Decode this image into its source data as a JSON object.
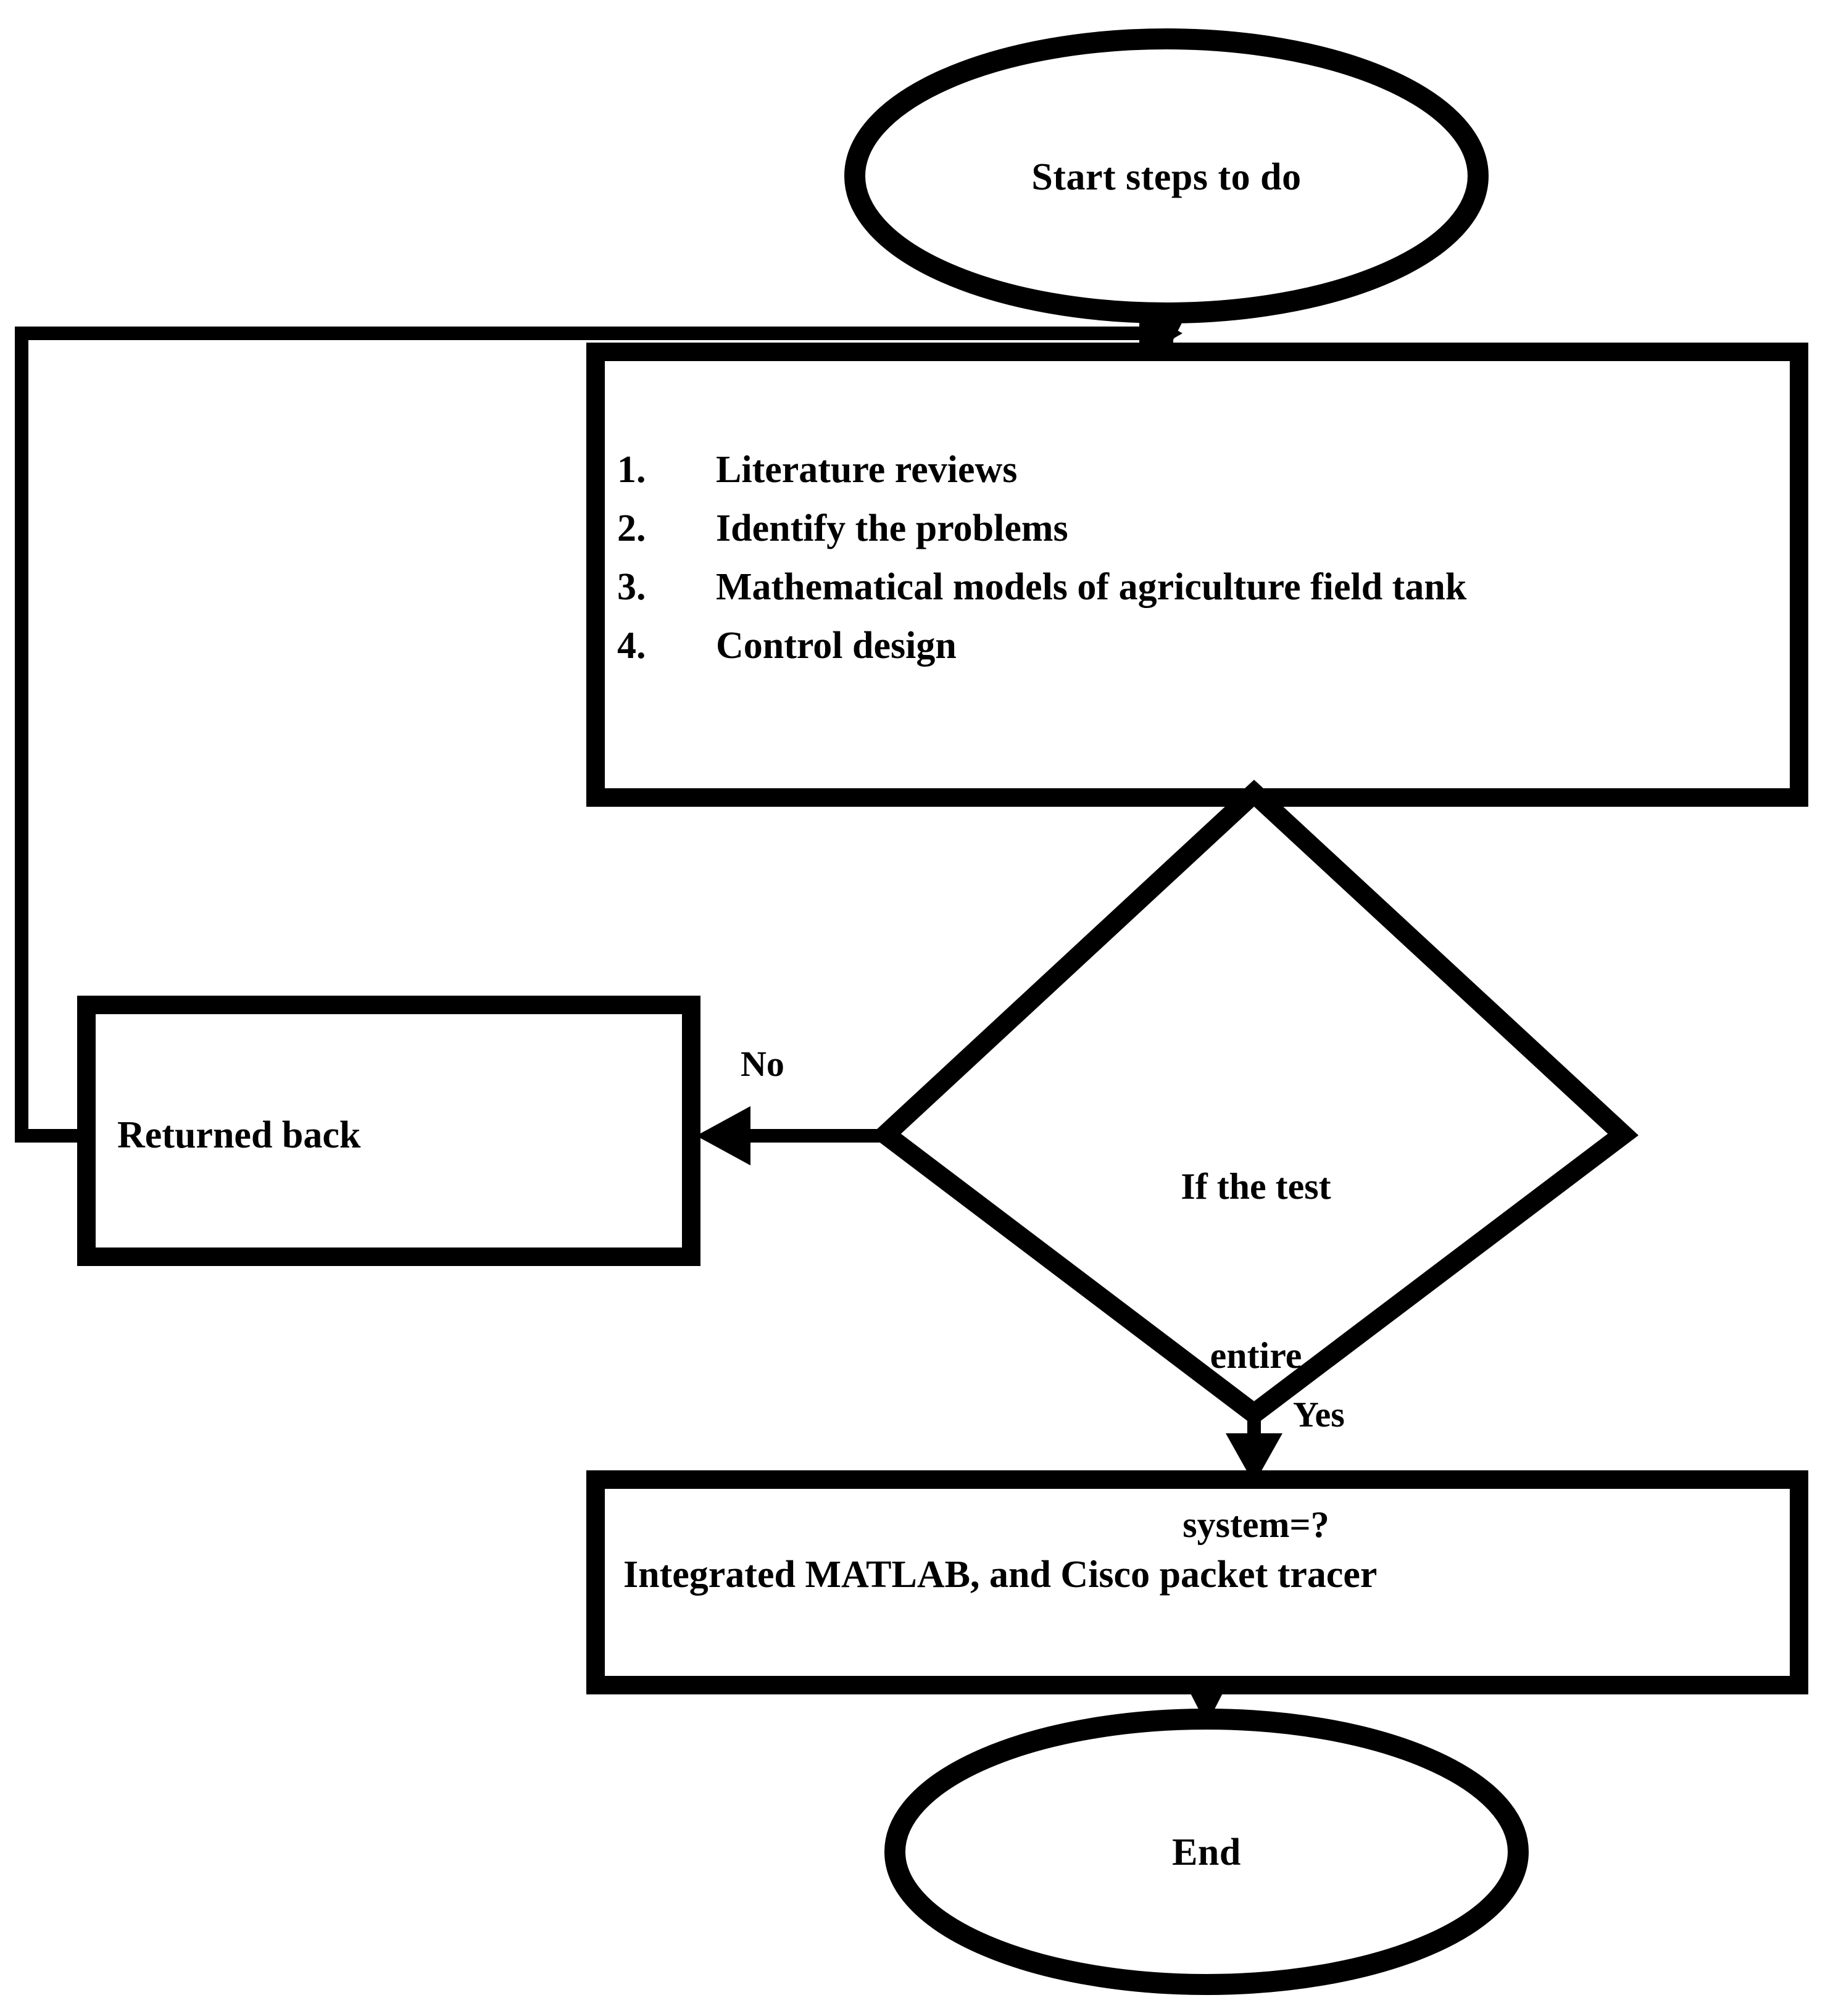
{
  "diagram": {
    "title": "Research methodology flowchart",
    "stroke_color": "#000000",
    "fill_color": "#ffffff",
    "background_color": "#ffffff"
  },
  "nodes": {
    "start": {
      "shape": "ellipse",
      "label": "Start steps to do"
    },
    "process_steps": {
      "shape": "rectangle",
      "items": [
        {
          "number": "1.",
          "text": "Literature reviews"
        },
        {
          "number": "2.",
          "text": "Identify the problems"
        },
        {
          "number": "3.",
          "text": "Mathematical models of agriculture field tank"
        },
        {
          "number": "4.",
          "text": "Control design"
        }
      ]
    },
    "decision": {
      "shape": "diamond",
      "lines": [
        "If the test",
        "entire",
        "system=?"
      ]
    },
    "returned_back": {
      "shape": "rectangle",
      "label": "Returned back"
    },
    "integrated": {
      "shape": "rectangle",
      "label": "Integrated MATLAB, and Cisco packet tracer"
    },
    "end": {
      "shape": "ellipse",
      "label": "End"
    }
  },
  "edges": {
    "no_label": "No",
    "yes_label": "Yes"
  }
}
